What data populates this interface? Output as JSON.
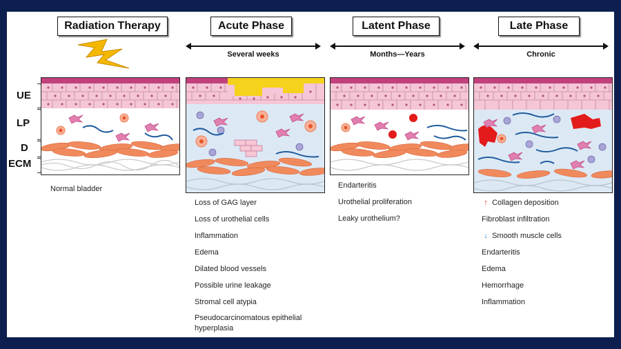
{
  "headers": {
    "radiation": "Radiation Therapy",
    "acute": "Acute Phase",
    "latent": "Latent Phase",
    "late": "Late Phase"
  },
  "durations": {
    "acute": "Several weeks",
    "latent": "Months—Years",
    "late": "Chronic"
  },
  "layer_labels": [
    "UE",
    "LP",
    "D",
    "ECM"
  ],
  "normal_caption": "Normal bladder",
  "acute_findings": [
    "Loss of GAG layer",
    "Loss of urothelial cells",
    "Inflammation",
    "Edema",
    "Dilated blood vessels",
    "Possible urine leakage",
    "Stromal cell atypia",
    "Pseudocarcinomatous epithelial hyperplasia"
  ],
  "latent_findings": [
    "Endarteritis",
    "Urothelial proliferation",
    "Leaky urothelium?"
  ],
  "late_findings": [
    "Collagen deposition",
    "Fibroblast infiltration",
    "Smooth muscle cells",
    "Endarteritis",
    "Edema",
    "Hemorrhage",
    "Inflammation"
  ],
  "indicators": {
    "increase_arrow": "↑",
    "decrease_arrow": "↓",
    "increase_color": "#e02020",
    "decrease_color": "#1a7fd0"
  },
  "colors": {
    "background": "#0d1f4f",
    "urothelium": "#f4c6d6",
    "gag_layer": "#f5d21c",
    "lamina_propria_edema": "#dce9f5",
    "detrusor": "#f08a5d",
    "hemorrhage": "#e31b1b",
    "lightning": "#f5b800"
  }
}
